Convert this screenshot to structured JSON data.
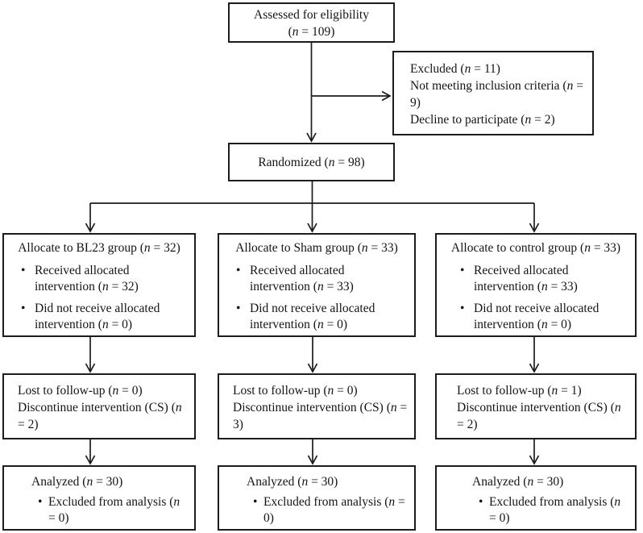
{
  "flow": {
    "assessed": {
      "line1": "Assessed for eligibility",
      "line2": "(n = 109)"
    },
    "excluded": {
      "line1": "Excluded (n = 11)",
      "line2": "Not meeting inclusion criteria (n = 9)",
      "line3": "Decline to participate (n = 2)"
    },
    "randomized": {
      "label": "Randomized (n = 98)"
    },
    "groups": [
      {
        "allocation_title": "Allocate to BL23 group (n = 32)",
        "allocation_bullets": [
          "Received allocated intervention (n = 32)",
          "Did not receive allocated intervention (n = 0)"
        ],
        "followup_line1": "Lost to follow-up (n = 0)",
        "followup_line2": "Discontinue intervention (CS) (n = 2)",
        "analyzed_title": "Analyzed (n = 30)",
        "analyzed_bullets": [
          "Excluded from analysis (n = 0)"
        ]
      },
      {
        "allocation_title": "Allocate to Sham group (n = 33)",
        "allocation_bullets": [
          "Received allocated intervention (n = 33)",
          "Did not receive allocated intervention (n = 0)"
        ],
        "followup_line1": "Lost to follow-up (n = 0)",
        "followup_line2": "Discontinue intervention (CS) (n = 3)",
        "analyzed_title": "Analyzed (n = 30)",
        "analyzed_bullets": [
          "Excluded from analysis (n = 0)"
        ]
      },
      {
        "allocation_title": "Allocate to control group (n = 33)",
        "allocation_bullets": [
          "Received allocated intervention (n = 33)",
          "Did not receive allocated intervention (n = 0)"
        ],
        "followup_line1": "Lost to follow-up (n = 1)",
        "followup_line2": "Discontinue intervention (CS) (n = 2)",
        "analyzed_title": "Analyzed (n = 30)",
        "analyzed_bullets": [
          "Excluded from analysis (n = 0)"
        ]
      }
    ],
    "colors": {
      "ink": "#1c1c1c",
      "background": "#ffffff"
    }
  }
}
